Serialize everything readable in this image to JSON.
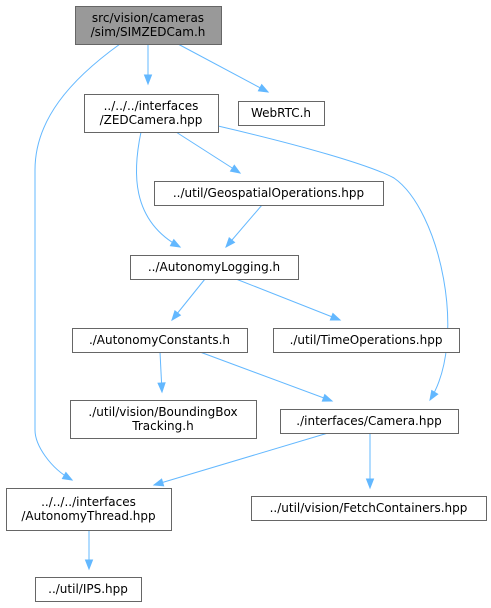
{
  "colors": {
    "root_fill": "#999999",
    "node_fill": "#ffffff",
    "node_border": "#666666",
    "edge": "#63b8ff",
    "text": "#000000"
  },
  "nodes": [
    {
      "id": "simzedcam",
      "lines": [
        "src/vision/cameras",
        "/sim/SIMZEDCam.h"
      ],
      "root": true
    },
    {
      "id": "zedcamera",
      "lines": [
        "../../../interfaces",
        "/ZEDCamera.hpp"
      ]
    },
    {
      "id": "webrtc",
      "lines": [
        "WebRTC.h"
      ]
    },
    {
      "id": "geospatial",
      "lines": [
        "../util/GeospatialOperations.hpp"
      ]
    },
    {
      "id": "autonomylogging",
      "lines": [
        "../AutonomyLogging.h"
      ]
    },
    {
      "id": "autonomyconstants",
      "lines": [
        "./AutonomyConstants.h"
      ]
    },
    {
      "id": "timeoperations",
      "lines": [
        "./util/TimeOperations.hpp"
      ]
    },
    {
      "id": "boundingbox",
      "lines": [
        "./util/vision/BoundingBox",
        "Tracking.h"
      ]
    },
    {
      "id": "camera",
      "lines": [
        "./interfaces/Camera.hpp"
      ]
    },
    {
      "id": "autonomythread",
      "lines": [
        "../../../interfaces",
        "/AutonomyThread.hpp"
      ]
    },
    {
      "id": "fetchcontainers",
      "lines": [
        "../util/vision/FetchContainers.hpp"
      ]
    },
    {
      "id": "ips",
      "lines": [
        "../util/IPS.hpp"
      ]
    }
  ],
  "edges": [
    {
      "from": "simzedcam",
      "to": "zedcamera"
    },
    {
      "from": "simzedcam",
      "to": "webrtc"
    },
    {
      "from": "simzedcam",
      "to": "autonomythread"
    },
    {
      "from": "zedcamera",
      "to": "geospatial"
    },
    {
      "from": "zedcamera",
      "to": "autonomylogging"
    },
    {
      "from": "zedcamera",
      "to": "camera"
    },
    {
      "from": "geospatial",
      "to": "autonomylogging"
    },
    {
      "from": "autonomylogging",
      "to": "autonomyconstants"
    },
    {
      "from": "autonomylogging",
      "to": "timeoperations"
    },
    {
      "from": "autonomyconstants",
      "to": "boundingbox"
    },
    {
      "from": "autonomyconstants",
      "to": "camera"
    },
    {
      "from": "camera",
      "to": "autonomythread"
    },
    {
      "from": "camera",
      "to": "fetchcontainers"
    },
    {
      "from": "autonomythread",
      "to": "ips"
    }
  ]
}
